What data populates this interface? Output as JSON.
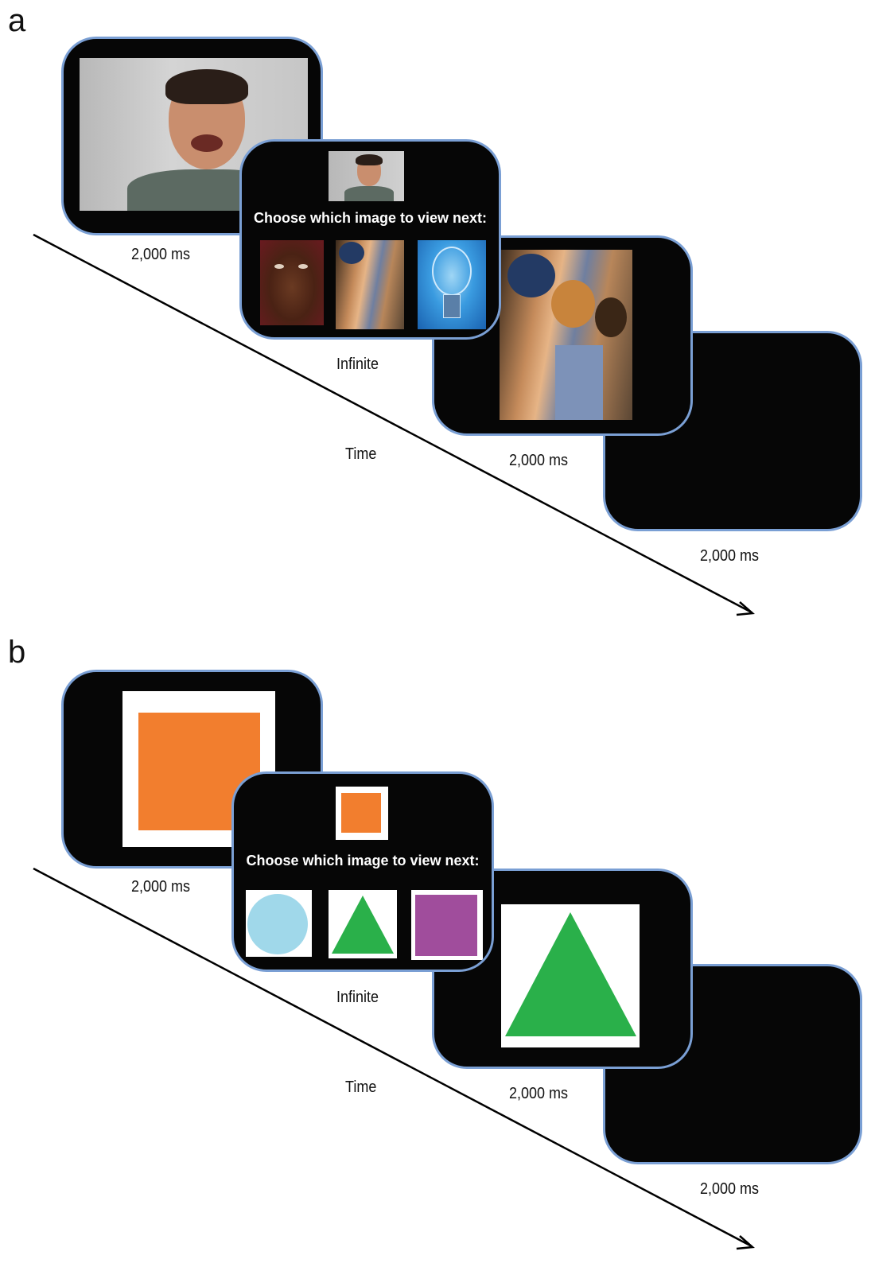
{
  "panels": [
    {
      "letter": "a",
      "screens": {
        "first_duration": "2,000 ms",
        "choice_prompt": "Choose which image to view next:",
        "choice_duration": "Infinite",
        "shown_duration": "2,000 ms",
        "blank_duration": "2,000 ms"
      },
      "time_label": "Time"
    },
    {
      "letter": "b",
      "screens": {
        "first_duration": "2,000 ms",
        "choice_prompt": "Choose which image to view next:",
        "choice_duration": "Infinite",
        "shown_duration": "2,000 ms",
        "blank_duration": "2,000 ms"
      },
      "time_label": "Time"
    }
  ],
  "colors": {
    "screen_border": "#7a9fd4",
    "orange": "#f27e2e",
    "light_blue": "#a0d8ea",
    "green": "#2ab04a",
    "purple": "#a04d9c"
  }
}
